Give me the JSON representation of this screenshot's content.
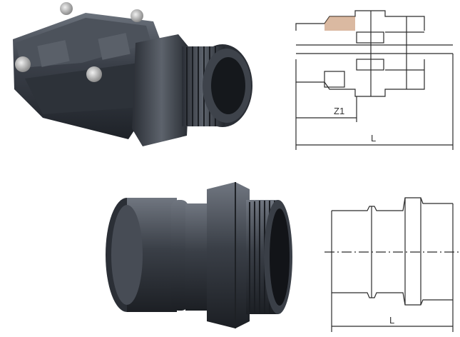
{
  "figures": [
    {
      "id": "top",
      "photo_icon": "clamp-saddle-coupling-photo",
      "drawing_icon": "clamp-coupling-section-drawing",
      "dimension_labels": {
        "z1": "Z1",
        "l": "L"
      }
    },
    {
      "id": "bottom",
      "photo_icon": "threaded-adapter-photo",
      "drawing_icon": "threaded-adapter-section-drawing",
      "dimension_labels": {
        "l": "L"
      }
    }
  ],
  "colors": {
    "pipe": "#3b4049",
    "pipe_highlight": "#8a9099",
    "line": "#2a2a2a",
    "hatch": "#c28b63"
  }
}
